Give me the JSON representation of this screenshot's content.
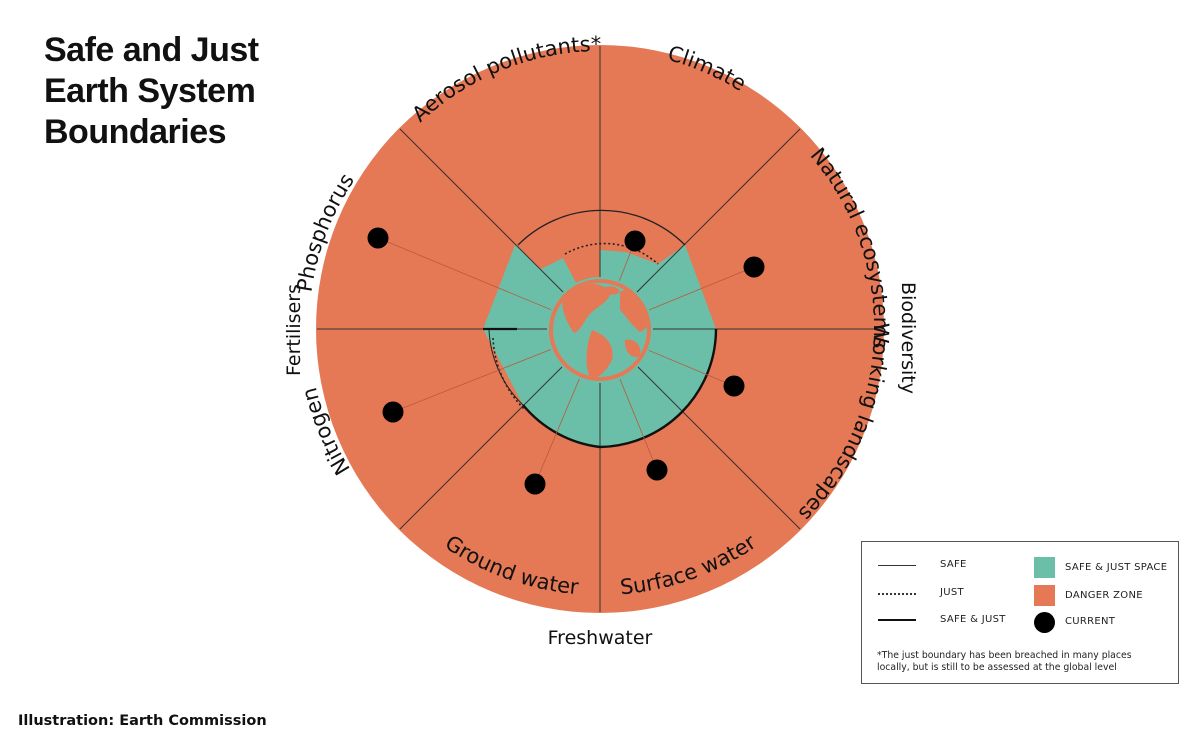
{
  "title": {
    "line1": "Safe and Just",
    "line2": "Earth System",
    "line3": "Boundaries"
  },
  "domains": {
    "left": "Fertilisers",
    "right": "Biodiversity",
    "bottom": "Freshwater"
  },
  "segments": [
    {
      "label": "Climate"
    },
    {
      "label": "Natural ecosystems"
    },
    {
      "label": "Working landscapes"
    },
    {
      "label": "Surface water"
    },
    {
      "label": "Ground water"
    },
    {
      "label": "Nitrogen"
    },
    {
      "label": "Phosphorus"
    },
    {
      "label": "Aerosol pollutants*"
    }
  ],
  "colors": {
    "danger": "#E57955",
    "safe_just": "#6BBFA8",
    "current": "#000000",
    "line": "#333333"
  },
  "legend": {
    "safe": "SAFE",
    "just": "JUST",
    "safe_just": "SAFE & JUST",
    "safe_just_space": "SAFE & JUST SPACE",
    "danger_zone": "DANGER ZONE",
    "current": "CURRENT",
    "note": "*The just boundary has been breached in many places locally, but is still to be assessed at the global level"
  },
  "caption": "Illustration: Earth Commission",
  "icons": [
    "earth-globe-icon"
  ]
}
